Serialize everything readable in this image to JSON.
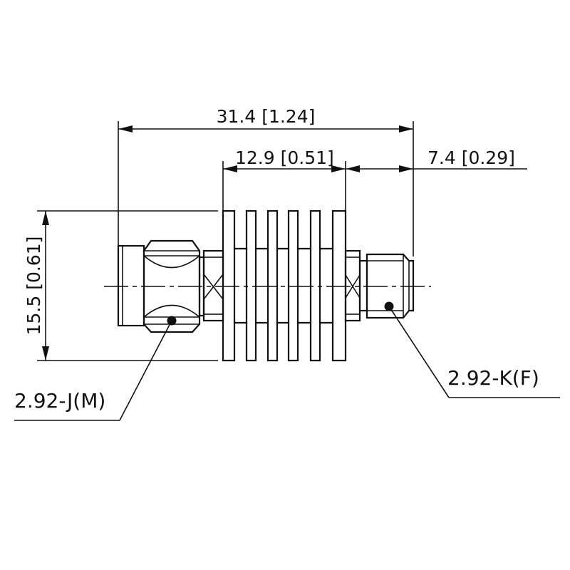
{
  "dimensions": {
    "overall_length": "31.4 [1.24]",
    "heatsink_length": "12.9 [0.51]",
    "female_end_length": "7.4 [0.29]",
    "height": "15.5 [0.61]"
  },
  "callouts": {
    "male_connector": "2.92-J(M)",
    "female_connector": "2.92-K(F)"
  },
  "colors": {
    "line": "#111111",
    "background": "#ffffff"
  }
}
